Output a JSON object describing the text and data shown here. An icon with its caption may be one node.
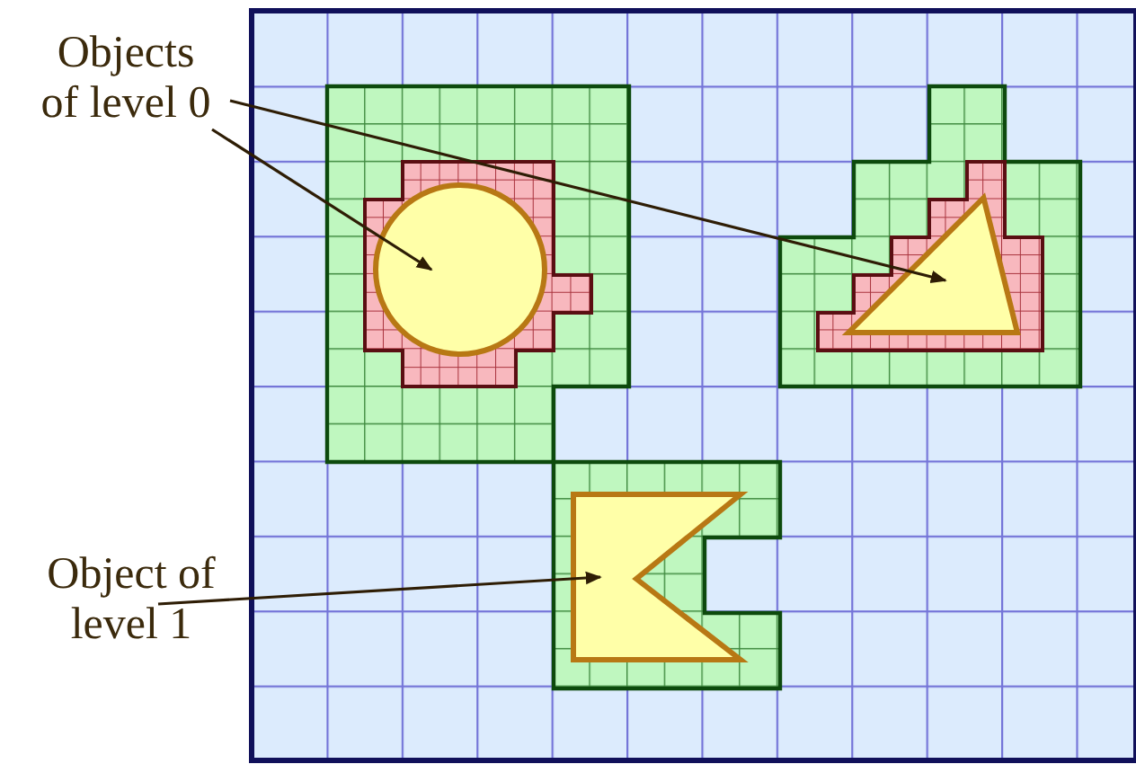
{
  "diagram": {
    "nodes": [
      {
        "text": [
          "Objects of level 0"
        ]
      },
      {
        "text": [
          "Object of level 1"
        ]
      },
      {
        "text": [],
        "shape": "circle"
      },
      {
        "text": [],
        "shape": "triangle"
      },
      {
        "text": [],
        "shape": "polygon"
      }
    ],
    "edges": [
      {
        "from": 0,
        "to": 2,
        "arrow": "to"
      },
      {
        "from": 0,
        "to": 3,
        "arrow": "to"
      },
      {
        "from": 1,
        "to": 4,
        "arrow": "to"
      }
    ]
  }
}
